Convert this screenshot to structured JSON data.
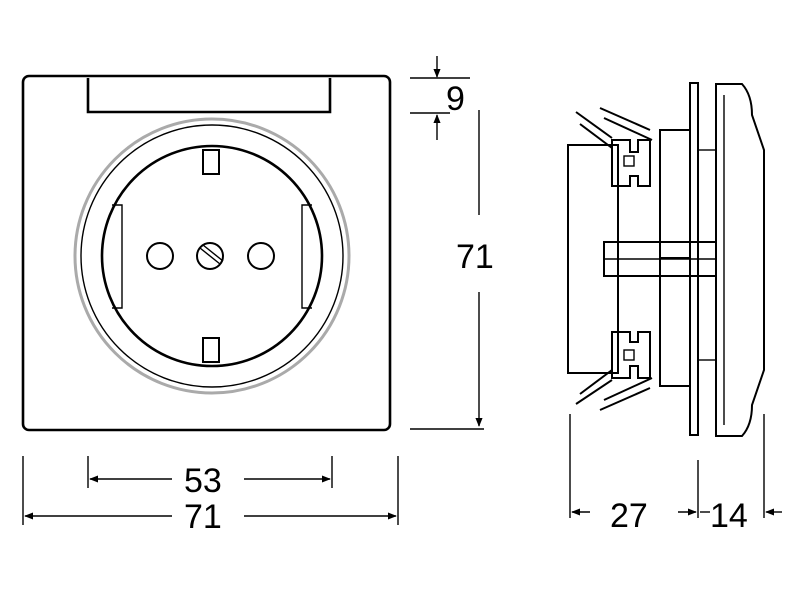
{
  "dimensions": {
    "frame_top_strip": "9",
    "frame_height": "71",
    "socket_width": "53",
    "frame_width": "71",
    "insert_depth": "27",
    "cover_depth": "14"
  }
}
